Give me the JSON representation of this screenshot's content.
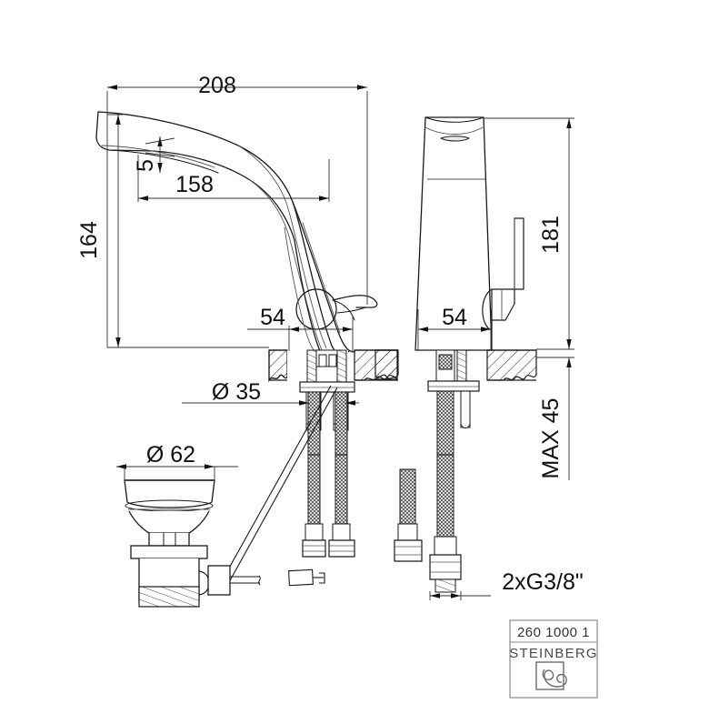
{
  "document": {
    "type": "technical-drawing",
    "subject": "Single-lever basin mixer tap with pop-up waste",
    "background_color": "#ffffff",
    "line_color": "#1a1a1a",
    "thin_line_color": "#555555"
  },
  "dimensions": {
    "overall_projection": "208",
    "spout_reach": "158",
    "aerator_offset": "5",
    "spout_height": "164",
    "body_height": "181",
    "base_width_front": "54",
    "base_width_side": "54",
    "hole_diameter": "Ø 35",
    "waste_flange_diameter": "Ø 62",
    "max_deck_thickness": "MAX 45",
    "connection_thread": "2xG3/8\""
  },
  "title_block": {
    "article_number": "260 1000 1",
    "brand": "STEINBERG",
    "logo_name": "steinberg-swirl-logo"
  },
  "views": {
    "front": "front-elevation-mixer",
    "side": "side-elevation-mixer",
    "waste": "pop-up-waste-assembly",
    "hoses": "flexible-supply-hoses"
  }
}
